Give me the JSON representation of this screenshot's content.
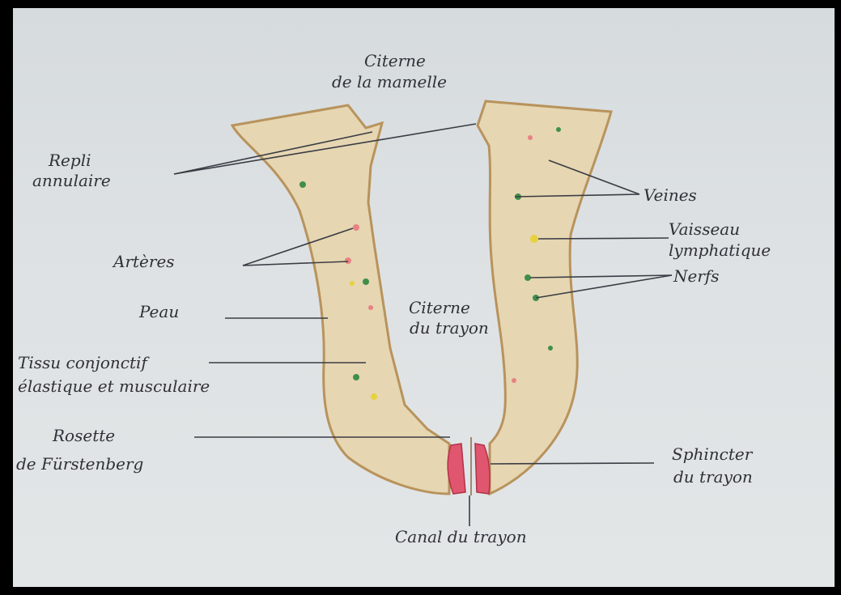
{
  "diagram": {
    "labels": {
      "citerne_mamelle_1": "Citerne",
      "citerne_mamelle_2": "de la mamelle",
      "repli_1": "Repli",
      "repli_2": "annulaire",
      "veines": "Veines",
      "vaisseau_1": "Vaisseau",
      "vaisseau_2": "lymphatique",
      "nerfs": "Nerfs",
      "arteres": "Artères",
      "peau": "Peau",
      "citerne_trayon_1": "Citerne",
      "citerne_trayon_2": "du trayon",
      "tissu_1": "Tissu conjonctif",
      "tissu_2": "élastique et musculaire",
      "rosette_1": "Rosette",
      "rosette_2": "de Fürstenberg",
      "sphincter_1": "Sphincter",
      "sphincter_2": "du trayon",
      "canal": "Canal du trayon"
    },
    "colors": {
      "tissue": "#e6d6b2",
      "outline": "#b8935c",
      "sphincter": "#e0566e",
      "artery": "#e88282",
      "vein": "#3f8f4a",
      "lymph": "#e6d23c"
    }
  }
}
